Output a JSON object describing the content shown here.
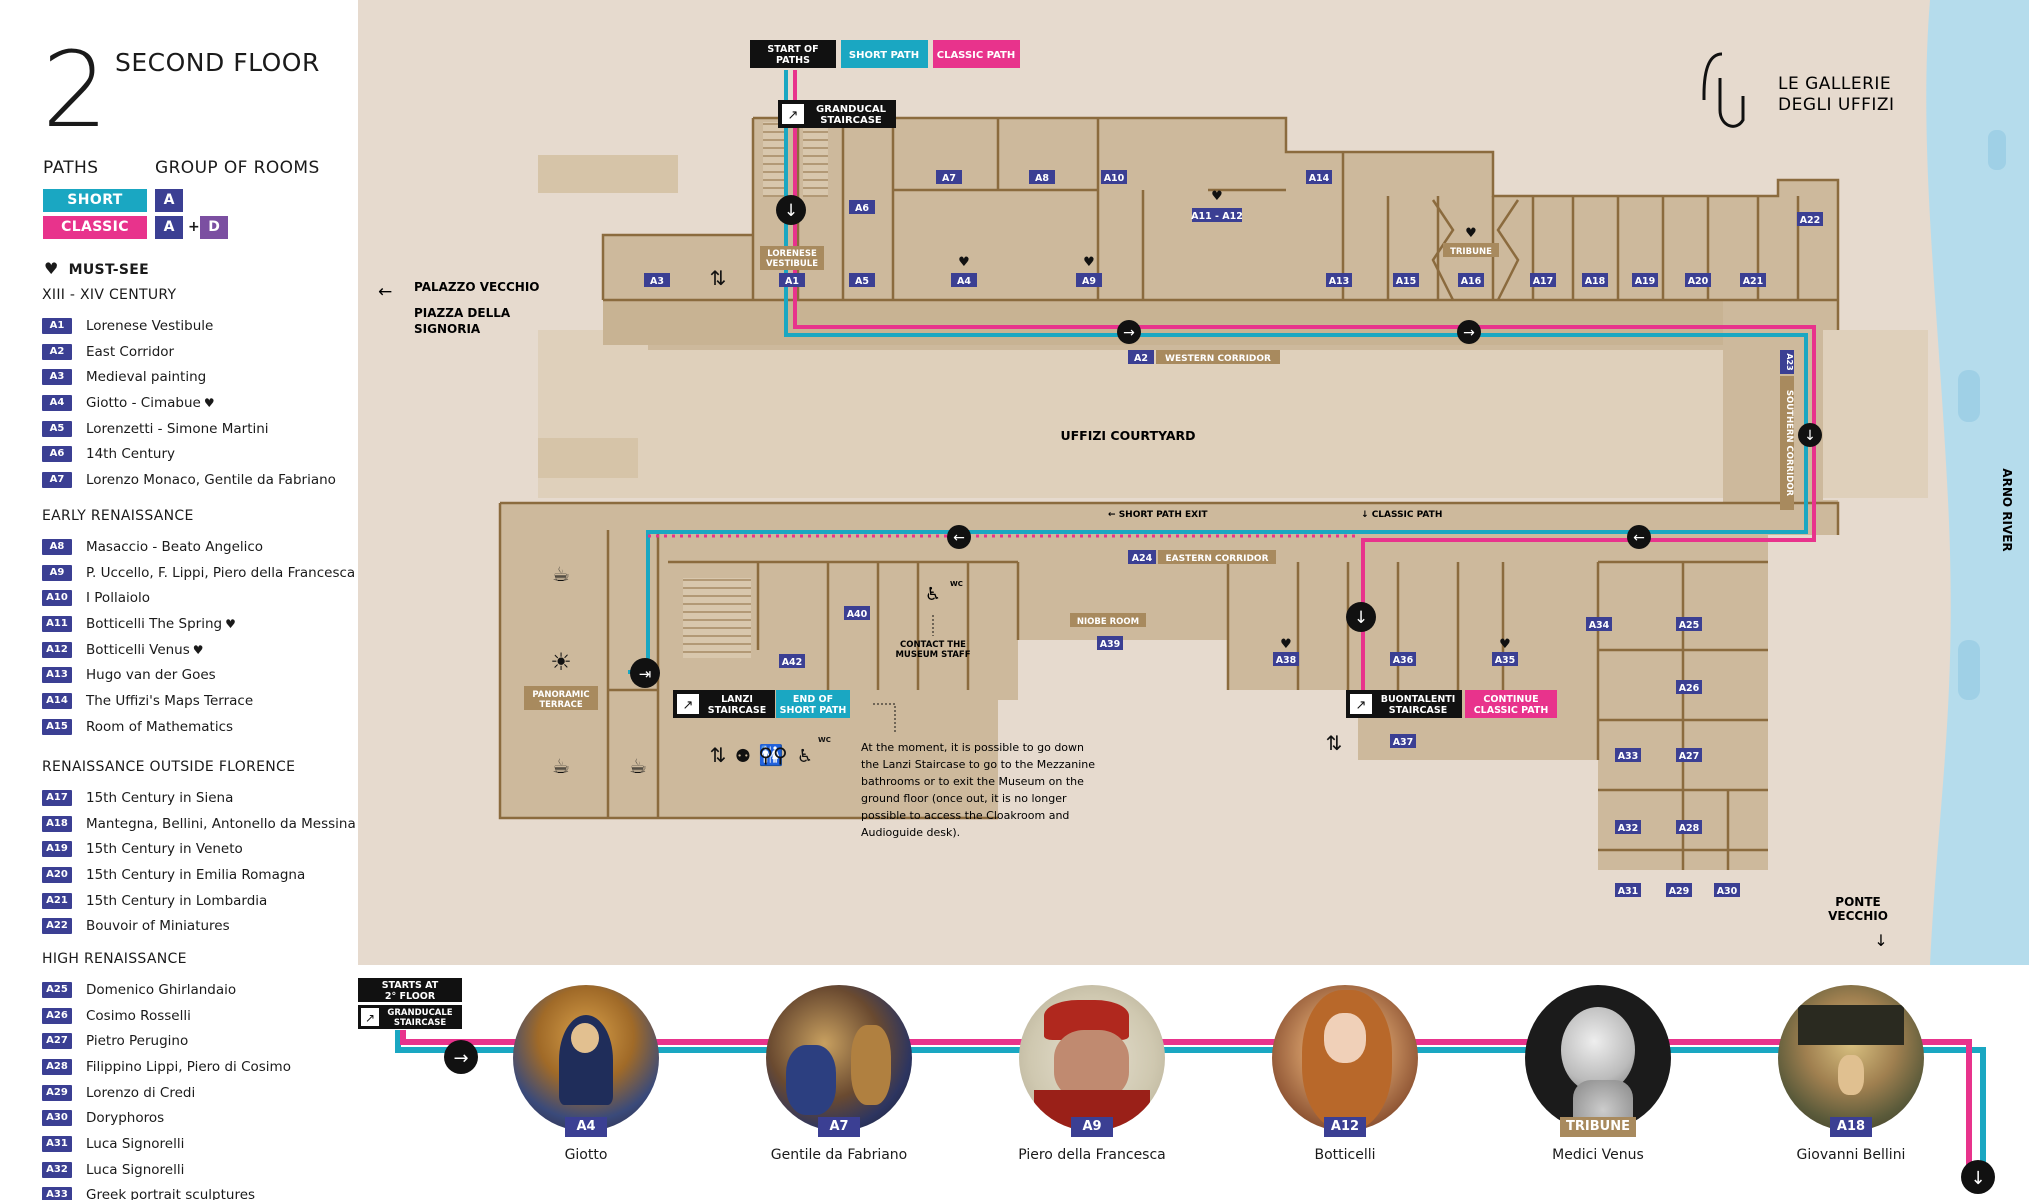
{
  "floor": {
    "number": "2",
    "name": "SECOND FLOOR"
  },
  "legend": {
    "paths_label": "PATHS",
    "groups_label": "GROUP OF ROOMS",
    "short": {
      "label": "SHORT",
      "group": "A",
      "color": "#1aa7c2"
    },
    "classic": {
      "label": "CLASSIC",
      "group_a": "A",
      "plus": "+",
      "group_d": "D",
      "color": "#e8338c"
    },
    "group_a_color": "#3b3f93",
    "group_d_color": "#7b4fa1",
    "must_see": "MUST-SEE"
  },
  "sections": [
    {
      "title": "XIII - XIV CENTURY",
      "rooms": [
        {
          "code": "A1",
          "name": "Lorenese Vestibule",
          "heart": false
        },
        {
          "code": "A2",
          "name": "East Corridor",
          "heart": false
        },
        {
          "code": "A3",
          "name": "Medieval painting",
          "heart": false
        },
        {
          "code": "A4",
          "name": "Giotto - Cimabue",
          "heart": true
        },
        {
          "code": "A5",
          "name": "Lorenzetti - Simone Martini",
          "heart": false
        },
        {
          "code": "A6",
          "name": "14th Century",
          "heart": false
        },
        {
          "code": "A7",
          "name": "Lorenzo Monaco, Gentile da Fabriano",
          "heart": false
        }
      ]
    },
    {
      "title": "EARLY RENAISSANCE",
      "rooms": [
        {
          "code": "A8",
          "name": "Masaccio - Beato Angelico",
          "heart": false
        },
        {
          "code": "A9",
          "name": "P. Uccello, F. Lippi, Piero della Francesca",
          "heart": true
        },
        {
          "code": "A10",
          "name": "I Pollaiolo",
          "heart": false
        },
        {
          "code": "A11",
          "name": "Botticelli The Spring",
          "heart": true
        },
        {
          "code": "A12",
          "name": "Botticelli Venus",
          "heart": true
        },
        {
          "code": "A13",
          "name": "Hugo van der Goes",
          "heart": false
        },
        {
          "code": "A14",
          "name": "The Uffizi's Maps Terrace",
          "heart": false
        },
        {
          "code": "A15",
          "name": "Room of Mathematics",
          "heart": false
        }
      ]
    },
    {
      "title": "RENAISSANCE OUTSIDE FLORENCE",
      "rooms": [
        {
          "code": "A17",
          "name": "15th Century in Siena",
          "heart": false
        },
        {
          "code": "A18",
          "name": "Mantegna, Bellini, Antonello da Messina",
          "heart": false
        },
        {
          "code": "A19",
          "name": "15th Century in Veneto",
          "heart": false
        },
        {
          "code": "A20",
          "name": "15th Century in Emilia Romagna",
          "heart": false
        },
        {
          "code": "A21",
          "name": "15th Century in Lombardia",
          "heart": false
        },
        {
          "code": "A22",
          "name": "Bouvoir of Miniatures",
          "heart": false
        }
      ]
    },
    {
      "title": "HIGH RENAISSANCE",
      "rooms": [
        {
          "code": "A25",
          "name": "Domenico Ghirlandaio",
          "heart": false
        },
        {
          "code": "A26",
          "name": "Cosimo Rosselli",
          "heart": false
        },
        {
          "code": "A27",
          "name": "Pietro Perugino",
          "heart": false
        },
        {
          "code": "A28",
          "name": "Filippino Lippi, Piero di Cosimo",
          "heart": false
        },
        {
          "code": "A29",
          "name": "Lorenzo di Credi",
          "heart": false
        },
        {
          "code": "A30",
          "name": "Doryphoros",
          "heart": false
        },
        {
          "code": "A31",
          "name": "Luca Signorelli",
          "heart": false
        },
        {
          "code": "A32",
          "name": "Luca Signorelli",
          "heart": false
        },
        {
          "code": "A33",
          "name": "Greek portrait sculptures",
          "heart": false
        }
      ]
    }
  ],
  "map": {
    "start_of_paths": [
      "START OF",
      "PATHS"
    ],
    "short_path": "SHORT PATH",
    "classic_path": "CLASSIC PATH",
    "granducal_staircase": [
      "GRANDUCAL",
      "STAIRCASE"
    ],
    "lorenese_vestibule": [
      "LORENESE",
      "VESTIBULE"
    ],
    "palazzo_vecchio": "PALAZZO VECCHIO",
    "piazza": [
      "PIAZZA DELLA",
      "SIGNORIA"
    ],
    "western_corridor": "WESTERN CORRIDOR",
    "uffizi_courtyard": "UFFIZI COURTYARD",
    "southern_corridor": "SOUTHERN CORRIDOR",
    "eastern_corridor": "EASTERN CORRIDOR",
    "short_path_exit": "SHORT PATH EXIT",
    "classic_path_down": "CLASSIC PATH",
    "tribune": "TRIBUNE",
    "niobe_room": "NIOBE ROOM",
    "panoramic_terrace": [
      "PANORAMIC",
      "TERRACE"
    ],
    "lanzi_staircase": [
      "LANZI",
      "STAIRCASE"
    ],
    "end_of_short_path": [
      "END OF",
      "SHORT PATH"
    ],
    "buontalenti_staircase": [
      "BUONTALENTI",
      "STAIRCASE"
    ],
    "continue_classic_path": [
      "CONTINUE",
      "CLASSIC PATH"
    ],
    "contact_staff": [
      "CONTACT THE",
      "MUSEUM STAFF"
    ],
    "wc": "WC",
    "note": [
      "At the moment, it is possible to go down",
      "the Lanzi Staircase to go to the Mezzanine",
      "bathrooms or to exit the Museum on the",
      "ground floor (once out, it is no longer",
      "possible to access the Cloakroom and",
      "Audioguide desk)."
    ],
    "arno_river": "ARNO RIVER",
    "ponte_vecchio": [
      "PONTE",
      "VECCHIO"
    ],
    "logo": [
      "LE GALLERIE",
      "DEGLI UFFIZI"
    ],
    "room_labels": [
      "A1",
      "A2",
      "A3",
      "A4",
      "A5",
      "A6",
      "A7",
      "A8",
      "A9",
      "A10",
      "A11 - A12",
      "A13",
      "A14",
      "A15",
      "A16",
      "A17",
      "A18",
      "A19",
      "A20",
      "A21",
      "A22",
      "A23",
      "A24",
      "A25",
      "A26",
      "A27",
      "A28",
      "A29",
      "A30",
      "A31",
      "A32",
      "A33",
      "A34",
      "A35",
      "A36",
      "A37",
      "A38",
      "A39",
      "A40",
      "A42"
    ]
  },
  "highlights": {
    "starts_at": [
      "STARTS AT",
      "2° FLOOR"
    ],
    "staircase": [
      "GRANDUCALE",
      "STAIRCASE"
    ],
    "items": [
      {
        "badge": "A4",
        "name": "Giotto"
      },
      {
        "badge": "A7",
        "name": "Gentile da Fabriano"
      },
      {
        "badge": "A9",
        "name": "Piero della Francesca"
      },
      {
        "badge": "A12",
        "name": "Botticelli"
      },
      {
        "badge": "TRIBUNE",
        "name": "Medici Venus"
      },
      {
        "badge": "A18",
        "name": "Giovanni Bellini"
      }
    ]
  },
  "colors": {
    "background": "#e6dace",
    "building": "#cdb99c",
    "wall": "#8b6b3e",
    "river": "#b5dcec",
    "short": "#1aa7c2",
    "classic": "#e8338c",
    "badge": "#3b3f93"
  }
}
